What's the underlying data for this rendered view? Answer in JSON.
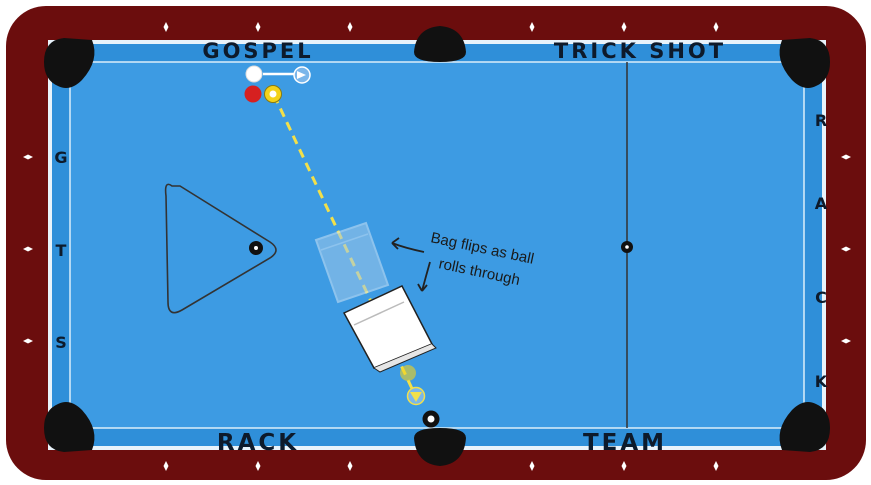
{
  "table": {
    "top_rail_left": "GOSPEL",
    "top_rail_right": "TRICK SHOT",
    "bottom_rail_left": "RACK",
    "bottom_rail_right": "TEAM",
    "left_rail_letters": [
      "G",
      "T",
      "S"
    ],
    "right_rail_letters": [
      "R",
      "A",
      "C",
      "K"
    ]
  },
  "annotation": {
    "line1": "Bag flips as ball",
    "line2": "rolls through"
  },
  "colors": {
    "rail": "#6b0d0d",
    "cloth": "#3d9be3",
    "cushion": "#2f8fd9",
    "diamond": "#ffffff",
    "pocket": "#111111",
    "path": "#f2e04a",
    "ball_red": "#d62020",
    "ball_yellow": "#f3d21a",
    "cue_ball": "#ffffff"
  },
  "icons": {
    "cue_arrow": "arrow-right-icon",
    "path_arrow": "arrow-down-icon",
    "annotation_arrows": "curved-arrow-icon"
  }
}
